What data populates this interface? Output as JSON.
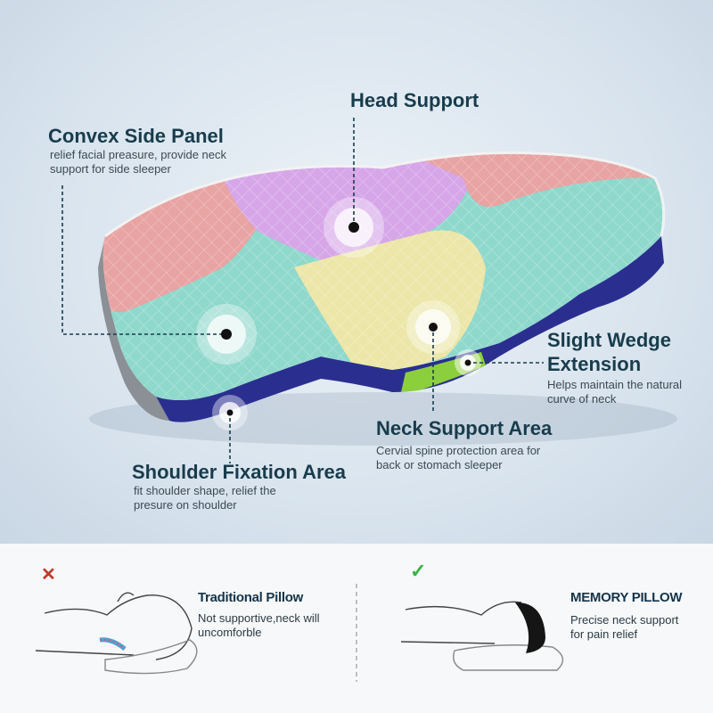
{
  "callouts": {
    "head": {
      "title": "Head Support"
    },
    "convex": {
      "title": "Convex Side Panel",
      "desc": "relief facial preasure, provide neck support for side sleeper"
    },
    "wedge": {
      "title_line1": "Slight Wedge",
      "title_line2": "Extension",
      "desc": "Helps maintain the natural curve of neck"
    },
    "neck": {
      "title": "Neck Support Area",
      "desc": "Cervial spine protection area for back or stomach sleeper"
    },
    "shoulder": {
      "title": "Shoulder Fixation Area",
      "desc": "fit shoulder shape, relief the presure on shoulder"
    }
  },
  "comparison": {
    "traditional": {
      "mark": "✕",
      "title": "Traditional Pillow",
      "desc": "Not supportive,neck will uncomforble"
    },
    "memory": {
      "mark": "✓",
      "title": "MEMORY PILLOW",
      "desc": "Precise neck support for pain relief"
    }
  },
  "colors": {
    "pink": "#e8a3a3",
    "lilac": "#d6a6e8",
    "mint": "#8fd8cc",
    "yellow": "#ece6a8",
    "navy": "#2a2f8f",
    "green": "#8ccf3c",
    "title": "#183c4c",
    "cross": "#c0392b",
    "check": "#3cb043"
  }
}
